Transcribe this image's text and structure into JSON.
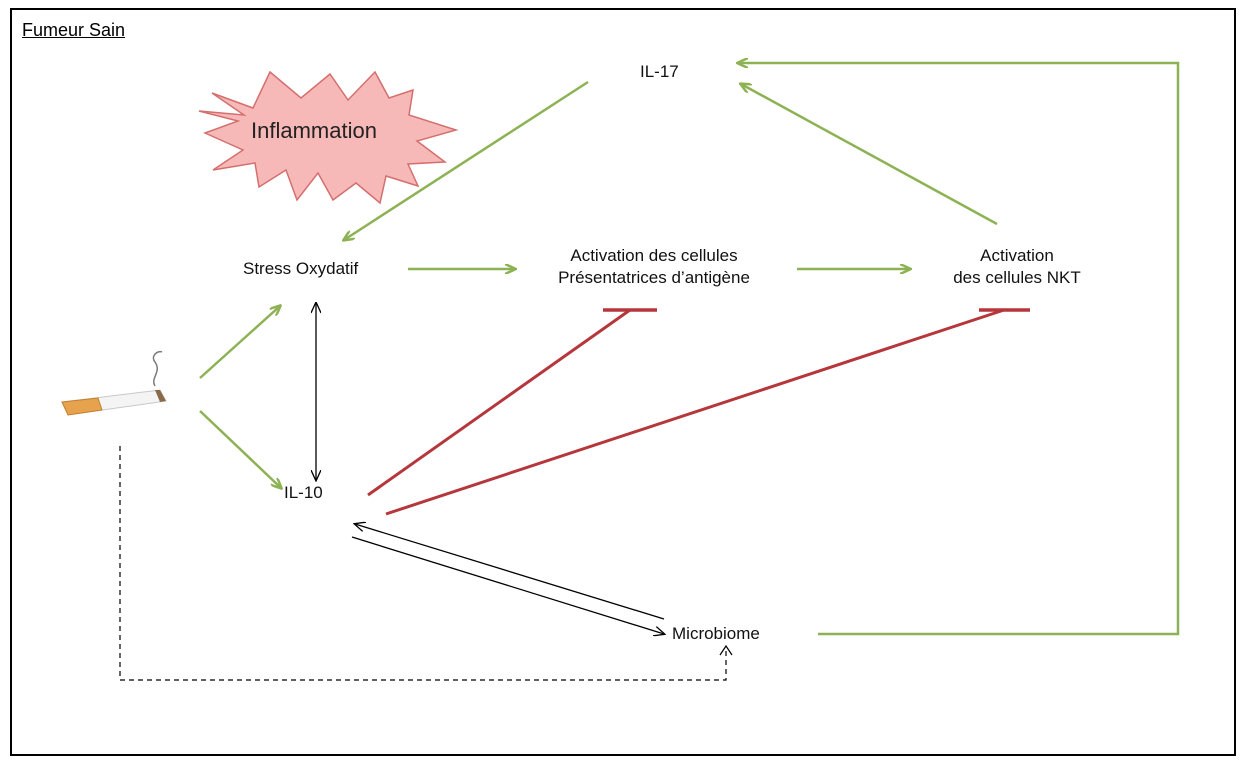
{
  "diagram": {
    "title": "Fumeur Sain",
    "burst_label": "Inflammation",
    "nodes": {
      "il17": "IL-17",
      "stress": "Stress Oxydatif",
      "apc_line1": "Activation des cellules",
      "apc_line2": "Présentatrices d’antigène",
      "nkt_line1": "Activation",
      "nkt_line2": "des cellules NKT",
      "il10": "IL-10",
      "microbiome": "Microbiome"
    },
    "edges": [
      {
        "from": "IL-17",
        "to": "Stress Oxydatif",
        "kind": "activation"
      },
      {
        "from": "Stress Oxydatif",
        "to": "Activation des cellules Présentatrices d’antigène",
        "kind": "activation"
      },
      {
        "from": "Activation des cellules Présentatrices d’antigène",
        "to": "Activation des cellules NKT",
        "kind": "activation"
      },
      {
        "from": "Activation des cellules NKT",
        "to": "IL-17",
        "kind": "activation"
      },
      {
        "from": "Microbiome",
        "to": "IL-17",
        "kind": "activation"
      },
      {
        "from": "cigarette",
        "to": "Stress Oxydatif",
        "kind": "activation"
      },
      {
        "from": "cigarette",
        "to": "IL-10",
        "kind": "activation"
      },
      {
        "from": "Stress Oxydatif",
        "to": "IL-10",
        "kind": "bidirectional"
      },
      {
        "from": "IL-10",
        "to": "Activation des cellules Présentatrices d’antigène",
        "kind": "inhibition"
      },
      {
        "from": "IL-10",
        "to": "Activation des cellules NKT",
        "kind": "inhibition"
      },
      {
        "from": "IL-10",
        "to": "Microbiome",
        "kind": "interaction"
      },
      {
        "from": "Microbiome",
        "to": "IL-10",
        "kind": "interaction"
      },
      {
        "from": "cigarette",
        "to": "Microbiome",
        "kind": "dashed"
      }
    ],
    "colors": {
      "activation": "#8db254",
      "inhibition": "#b5373b",
      "interaction": "#000000",
      "burst_fill": "#f6b9b8",
      "burst_stroke": "#d46f6e"
    }
  }
}
